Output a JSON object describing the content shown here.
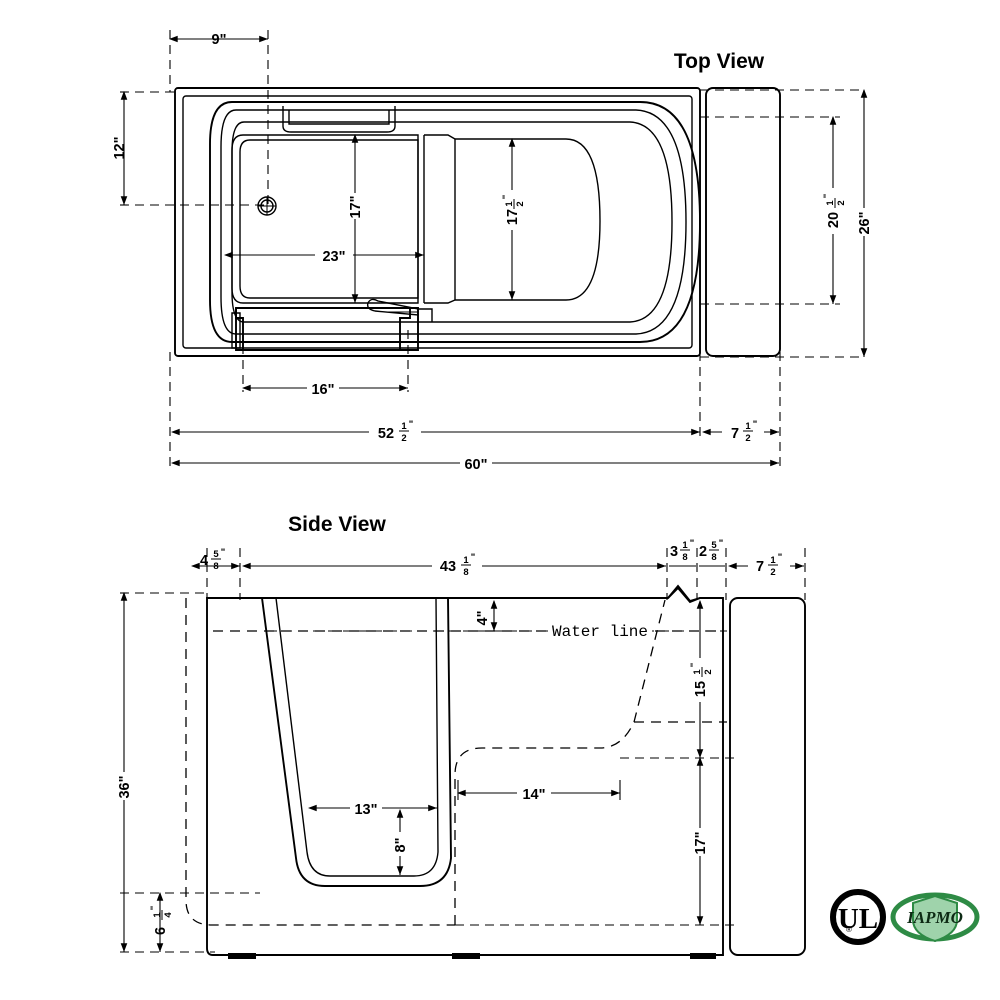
{
  "drawing": {
    "kind": "walk-in-bathtub-dimensional-drawing",
    "units": "inches",
    "line_color": "#000000",
    "background": "#ffffff"
  },
  "views": {
    "top": {
      "title": "Top View",
      "dimensions": {
        "drain_from_left": "9\"",
        "drain_from_top": "12\"",
        "basin_width_front": "17\"",
        "basin_length": "23\"",
        "seat_depth": "17",
        "seat_depth_frac_num": "1",
        "seat_depth_frac_den": "2",
        "door_width": "16\"",
        "overall_depth_inner": "20",
        "overall_depth_inner_num": "1",
        "overall_depth_inner_den": "2",
        "overall_depth": "26\"",
        "body_length": "52",
        "body_length_num": "1",
        "body_length_den": "2",
        "apron_length": "7",
        "apron_length_num": "1",
        "apron_length_den": "2",
        "overall_length": "60\""
      }
    },
    "side": {
      "title": "Side View",
      "water_line_label": "Water  line",
      "dimensions": {
        "left_offset": "4",
        "left_offset_num": "5",
        "left_offset_den": "8",
        "body_span": "43",
        "body_span_num": "1",
        "body_span_den": "8",
        "step_a": "3",
        "step_a_num": "1",
        "step_a_den": "8",
        "step_b": "2",
        "step_b_num": "5",
        "step_b_den": "8",
        "apron_span": "7",
        "apron_span_num": "1",
        "apron_span_den": "2",
        "water_depth_top": "4\"",
        "water_height": "15",
        "water_height_num": "1",
        "water_height_den": "2",
        "seat_height": "17\"",
        "overall_height": "36\"",
        "door_width": "13\"",
        "door_radius_height": "8\"",
        "seat_depth_side": "14\"",
        "floor_clearance": "6",
        "floor_clearance_num": "1",
        "floor_clearance_den": "4"
      }
    }
  },
  "certifications": [
    {
      "name": "UL",
      "mark_text": "UL",
      "registered": "®",
      "color": "#000000"
    },
    {
      "name": "IAPMO",
      "mark_text": "IAPMO",
      "color": "#1f7a35"
    }
  ]
}
